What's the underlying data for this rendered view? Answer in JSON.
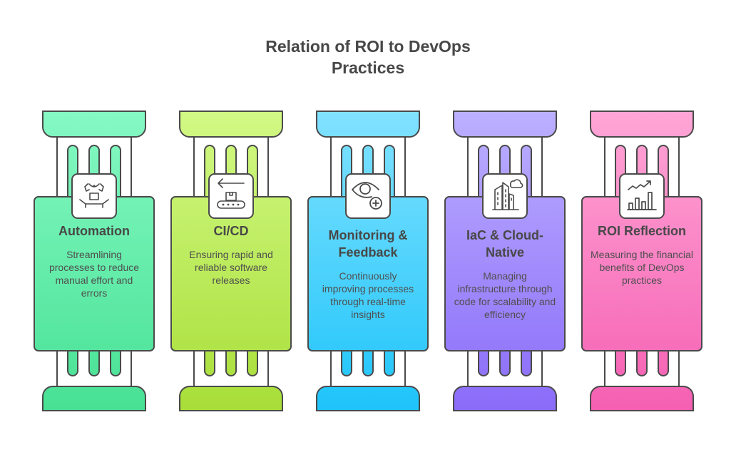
{
  "title": {
    "line1": "Relation of ROI to DevOps",
    "line2": "Practices"
  },
  "pillars": [
    {
      "icon": "robot-arm-conveyor-icon",
      "title": "Automation",
      "description": "Streamlining processes to reduce manual effort and errors",
      "colors": {
        "top": "#86f9c4",
        "bottom": "#47e194"
      }
    },
    {
      "icon": "conveyor-belt-arrow-icon",
      "title": "CI/CD",
      "description": "Ensuring rapid and reliable software releases",
      "colors": {
        "top": "#d2f985",
        "bottom": "#a8de38"
      }
    },
    {
      "icon": "eye-plus-icon",
      "title": "Monitoring & Feedback",
      "description": "Continuously improving processes through real-time insights",
      "colors": {
        "top": "#82e2ff",
        "bottom": "#1ec4fa"
      }
    },
    {
      "icon": "cloud-buildings-icon",
      "title": "IaC & Cloud-Native",
      "description": "Managing infrastructure through code for scalability and efficiency",
      "colors": {
        "top": "#bcb0ff",
        "bottom": "#8a6bf9"
      }
    },
    {
      "icon": "growth-chart-icon",
      "title": "ROI Reflection",
      "description": "Measuring the financial benefits of DevOps practices",
      "colors": {
        "top": "#ffa6d6",
        "bottom": "#f55fb2"
      }
    }
  ]
}
